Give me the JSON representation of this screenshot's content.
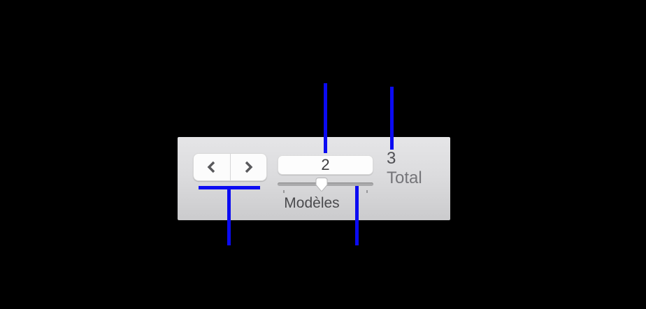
{
  "colors": {
    "annotation_blue": "#0b0bf2",
    "panel_gradient_top": "#e5e5e7",
    "panel_gradient_bottom": "#cbcbcd",
    "control_background": "#fdfdfd"
  },
  "toolbar": {
    "nav": {
      "previous_icon": "chevron-left",
      "next_icon": "chevron-right"
    },
    "page_field": {
      "value": "2"
    },
    "slider": {
      "label": "Modèles",
      "thumb_position_percent": 50
    },
    "total": {
      "count": "3",
      "label": "Total"
    }
  }
}
